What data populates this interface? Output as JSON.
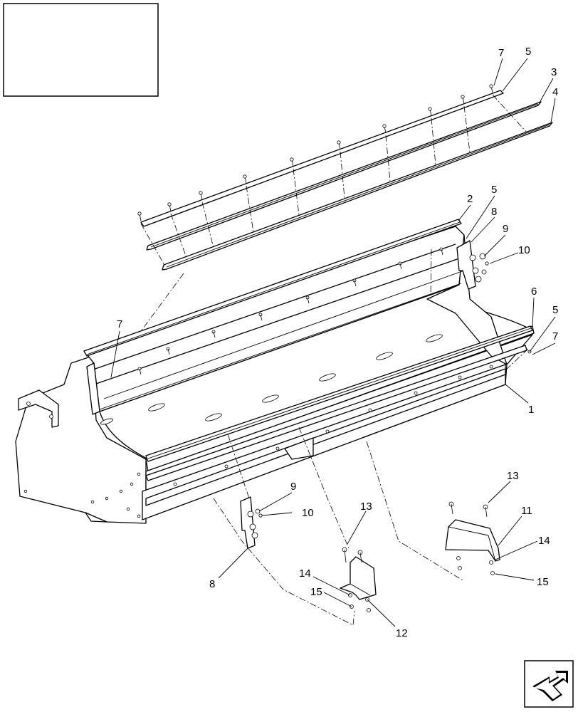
{
  "callouts": [
    {
      "id": "c7a",
      "label": "7"
    },
    {
      "id": "c5a",
      "label": "5"
    },
    {
      "id": "c3",
      "label": "3"
    },
    {
      "id": "c4",
      "label": "4"
    },
    {
      "id": "c2",
      "label": "2"
    },
    {
      "id": "c5b",
      "label": "5"
    },
    {
      "id": "c8a",
      "label": "8"
    },
    {
      "id": "c9a",
      "label": "9"
    },
    {
      "id": "c10a",
      "label": "10"
    },
    {
      "id": "c6",
      "label": "6"
    },
    {
      "id": "c5c",
      "label": "5"
    },
    {
      "id": "c7b",
      "label": "7"
    },
    {
      "id": "c1",
      "label": "1"
    },
    {
      "id": "c7c",
      "label": "7"
    },
    {
      "id": "c9b",
      "label": "9"
    },
    {
      "id": "c10b",
      "label": "10"
    },
    {
      "id": "c8b",
      "label": "8"
    },
    {
      "id": "c13a",
      "label": "13"
    },
    {
      "id": "c13b",
      "label": "13"
    },
    {
      "id": "c11",
      "label": "11"
    },
    {
      "id": "c14a",
      "label": "14"
    },
    {
      "id": "c14b",
      "label": "14"
    },
    {
      "id": "c15a",
      "label": "15"
    },
    {
      "id": "c15b",
      "label": "15"
    },
    {
      "id": "c12",
      "label": "12"
    }
  ],
  "icons": {
    "inset_box": "blank-inset-box",
    "nav": "next-page-arrow-icon"
  }
}
